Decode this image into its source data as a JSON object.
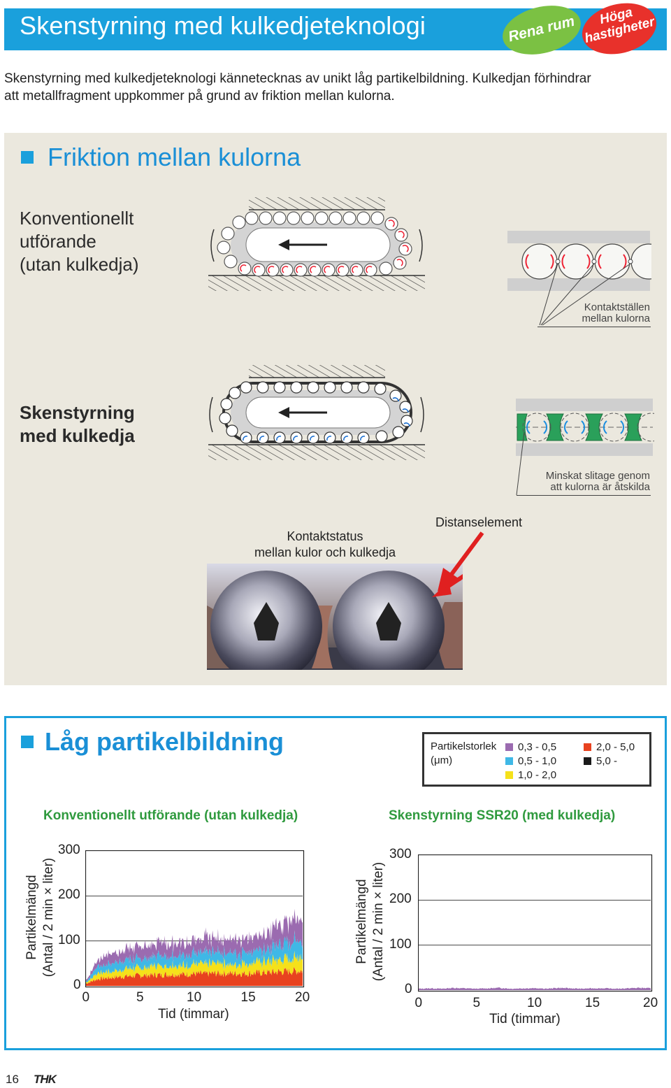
{
  "header": {
    "title": "Skenstyrning med kulkedjeteknologi",
    "badge_clean": "Rena rum",
    "badge_speed_line1": "Höga",
    "badge_speed_line2": "hastigheter",
    "badge_clean_color": "#7bc143",
    "badge_speed_color": "#e8312b",
    "accent_color": "#1aa0dc"
  },
  "intro": {
    "line1": "Skenstyrning med kulkedjeteknologi kännetecknas av unikt låg partikelbildning. Kulkedjan förhindrar",
    "line2": "att metallfragment uppkommer på grund av friktion mellan kulorna."
  },
  "friction": {
    "title": "Friktion mellan kulorna",
    "conventional_line1": "Konventionellt",
    "conventional_line2": "utförande",
    "conventional_line3": "(utan kulkedja)",
    "contact_points_line1": "Kontaktställen",
    "contact_points_line2": "mellan kulorna",
    "chain_line1": "Skenstyrning",
    "chain_line2": "med kulkedja",
    "reduced_wear_line1": "Minskat slitage genom",
    "reduced_wear_line2": "att kulorna är åtskilda",
    "contact_status_line1": "Kontaktstatus",
    "contact_status_line2": "mellan kulor och kulkedja",
    "spacer": "Distanselement"
  },
  "particles": {
    "title": "Låg partikelbildning",
    "legend_title_line1": "Partikelstorlek",
    "legend_title_line2": "(μm)",
    "legend": [
      {
        "label": "0,3 - 0,5",
        "color": "#9b6bb0"
      },
      {
        "label": "0,5 - 1,0",
        "color": "#3fb8e6"
      },
      {
        "label": "1,0 - 2,0",
        "color": "#f5e11a"
      },
      {
        "label": "2,0 - 5,0",
        "color": "#e8421f"
      },
      {
        "label": "5,0 -",
        "color": "#1a1a1a"
      }
    ]
  },
  "chart_data": [
    {
      "type": "area",
      "title": "Konventionellt utförande (utan kulkedja)",
      "ylabel_line1": "Partikelmängd",
      "ylabel_line2": "(Antal / 2 min × liter)",
      "xlabel": "Tid (timmar)",
      "xlim": [
        0,
        20
      ],
      "ylim": [
        0,
        300
      ],
      "xticks": [
        "0",
        "5",
        "10",
        "15",
        "20"
      ],
      "yticks": [
        "0",
        "100",
        "200",
        "300"
      ],
      "grid": "horizontal",
      "x": [
        0,
        1,
        2,
        3,
        4,
        5,
        6,
        7,
        8,
        9,
        10,
        11,
        12,
        13,
        14,
        15,
        16,
        17,
        18,
        19,
        20
      ],
      "series": [
        {
          "name": "2,0 - 5,0",
          "values": [
            5,
            15,
            18,
            20,
            22,
            23,
            24,
            25,
            26,
            26,
            27,
            27,
            28,
            28,
            28,
            28,
            29,
            30,
            32,
            33,
            34
          ]
        },
        {
          "name": "1,0 - 2,0",
          "values": [
            3,
            12,
            14,
            16,
            17,
            18,
            19,
            20,
            20,
            21,
            21,
            21,
            22,
            22,
            22,
            22,
            23,
            25,
            28,
            30,
            32
          ]
        },
        {
          "name": "0,5 - 1,0",
          "values": [
            2,
            14,
            17,
            19,
            20,
            21,
            22,
            22,
            23,
            24,
            24,
            24,
            25,
            25,
            25,
            25,
            26,
            29,
            33,
            36,
            38
          ]
        },
        {
          "name": "0,3 - 0,5",
          "values": [
            2,
            15,
            20,
            23,
            25,
            26,
            27,
            28,
            29,
            30,
            30,
            31,
            31,
            31,
            32,
            32,
            33,
            40,
            45,
            50,
            55
          ]
        }
      ]
    },
    {
      "type": "area",
      "title": "Skenstyrning SSR20 (med kulkedja)",
      "ylabel_line1": "Partikelmängd",
      "ylabel_line2": "(Antal / 2 min × liter)",
      "xlabel": "Tid (timmar)",
      "xlim": [
        0,
        20
      ],
      "ylim": [
        0,
        300
      ],
      "xticks": [
        "0",
        "5",
        "10",
        "15",
        "20"
      ],
      "yticks": [
        "0",
        "100",
        "200",
        "300"
      ],
      "grid": "horizontal",
      "x": [
        0,
        1,
        2,
        3,
        4,
        5,
        6,
        7,
        8,
        9,
        10,
        11,
        12,
        13,
        14,
        15,
        16,
        17,
        18,
        19,
        20
      ],
      "series": [
        {
          "name": "0,3 - 0,5",
          "values": [
            3,
            4,
            3,
            5,
            4,
            3,
            4,
            5,
            3,
            4,
            4,
            3,
            5,
            4,
            3,
            4,
            4,
            3,
            4,
            5,
            4
          ]
        }
      ]
    }
  ],
  "footer": {
    "page_number": "16",
    "logo": "THK"
  }
}
